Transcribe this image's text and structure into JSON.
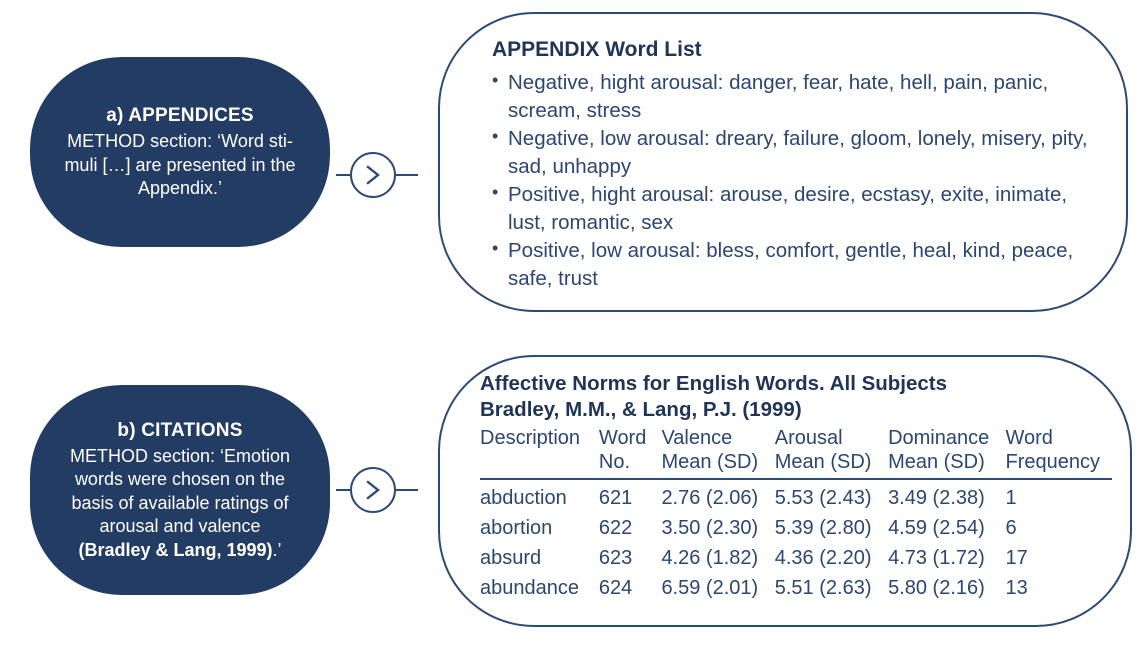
{
  "appendices": {
    "title": "a) APPENDICES",
    "body_line1": "METHOD section: ‘Word sti-",
    "body_line2": "muli […] are presented in the",
    "body_line3": "Appendix.’"
  },
  "citations_box": {
    "title": "b) CITATIONS",
    "body_line1": "METHOD section: ‘Emotion",
    "body_line2": "words were chosen on the",
    "body_line3": "basis of available ratings of",
    "body_line4": "arousal and valence",
    "body_line5_strong": "(Bradley & Lang, 1999)",
    "body_line5_tail": ".’"
  },
  "connectors": {
    "appendix_icon": "chevron-right-icon",
    "citation_icon": "chevron-right-icon"
  },
  "appendix_panel": {
    "title": "APPENDIX Word List",
    "items": [
      "Negative, hight arousal: danger, fear, hate, hell, pain, panic, scream, stress",
      "Negative, low arousal: dreary, failure, gloom, lonely, misery, pity, sad, unhappy",
      "Positive, hight arousal: arouse, desire, ecstasy, exite, inimate, lust, romantic, sex",
      "Positive, low arousal: bless, comfort, gentle, heal, kind, peace, safe, trust"
    ]
  },
  "citations_panel": {
    "title_line1": "Affective Norms for English Words. All Subjects",
    "title_line2": "Bradley, M.M., & Lang, P.J. (1999)",
    "table": {
      "headers": [
        "Description",
        "Word\nNo.",
        "Valence\nMean (SD)",
        "Arousal\nMean (SD)",
        "Dominance\nMean (SD)",
        "Word\nFrequency"
      ],
      "rows": [
        [
          "abduction",
          "621",
          "2.76 (2.06)",
          "5.53 (2.43)",
          "3.49 (2.38)",
          "1"
        ],
        [
          "abortion",
          "622",
          "3.50 (2.30)",
          "5.39 (2.80)",
          "4.59 (2.54)",
          "6"
        ],
        [
          "absurd",
          "623",
          "4.26 (1.82)",
          "4.36 (2.20)",
          "4.73 (1.72)",
          "17"
        ],
        [
          "abundance",
          "624",
          "6.59 (2.01)",
          "5.51 (2.63)",
          "5.80 (2.16)",
          "13"
        ]
      ]
    }
  },
  "colors": {
    "navy_fill": "#233c63",
    "outline": "#2c4a75",
    "text": "#2b4670",
    "heading": "#1f3557",
    "background": "#ffffff"
  }
}
